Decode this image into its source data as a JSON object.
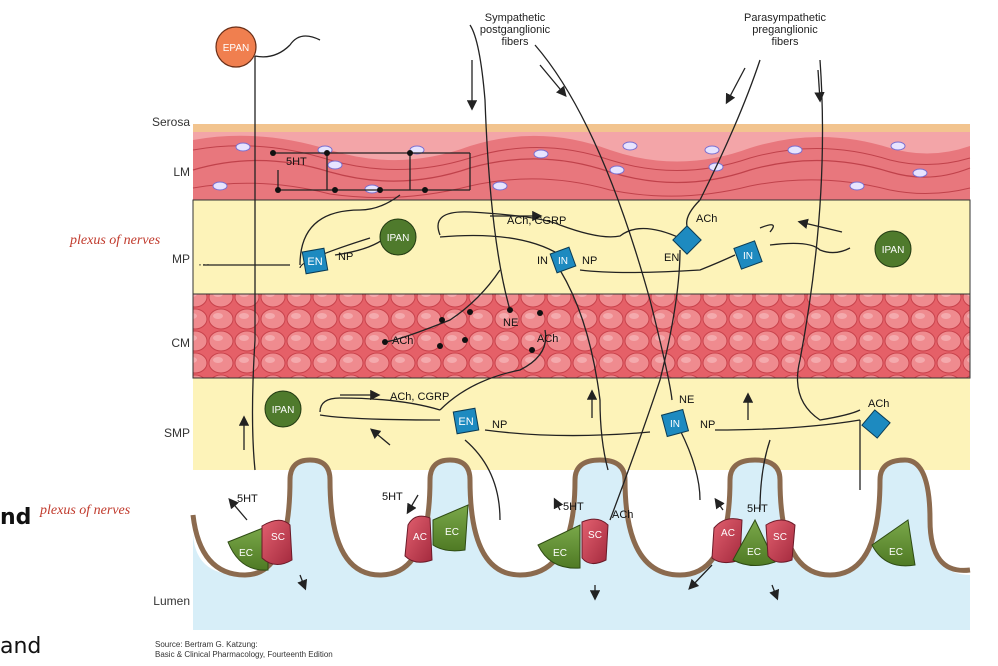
{
  "fibers": {
    "sympathetic": [
      "Sympathetic",
      "postganglionic",
      "fibers"
    ],
    "parasympathetic": [
      "Parasympathetic",
      "preganglionic",
      "fibers"
    ]
  },
  "layers": {
    "serosa": "Serosa",
    "lm": "LM",
    "mp": "MP",
    "cm": "CM",
    "smp": "SMP",
    "lumen": "Lumen"
  },
  "notes": {
    "plexus_top": "plexus of nerves",
    "plexus_bottom": "plexus of nerves"
  },
  "side_fragments": {
    "nd": "nd",
    "and": "and"
  },
  "labels": {
    "epan": "EPAN",
    "ipan": "IPAN",
    "en": "EN",
    "in": "IN",
    "np": "NP",
    "ne": "NE",
    "ach": "ACh",
    "cgrp": "ACh, CGRP",
    "ht5": "5HT",
    "ec": "EC",
    "sc": "SC",
    "ac": "AC",
    "dots": "···"
  },
  "source": {
    "line1": "Source: Bertram G. Katzung:",
    "line2": "Basic & Clinical Pharmacology, Fourteenth Edition"
  },
  "colors": {
    "serosa": "#f2c48f",
    "muscle": "#e35b63",
    "muscle_light": "#f5b0b3",
    "plexus": "#fdf3b9",
    "lumen": "#d7eef8",
    "mucosa_line": "#8b6a4e",
    "ipan": "#4f7a2c",
    "epan": "#f07f4f",
    "neuron_box": "#1d8ac0",
    "ec_cell": "#5f8f2d",
    "sc_cell": "#c93b52",
    "red_note": "#c0392b"
  }
}
